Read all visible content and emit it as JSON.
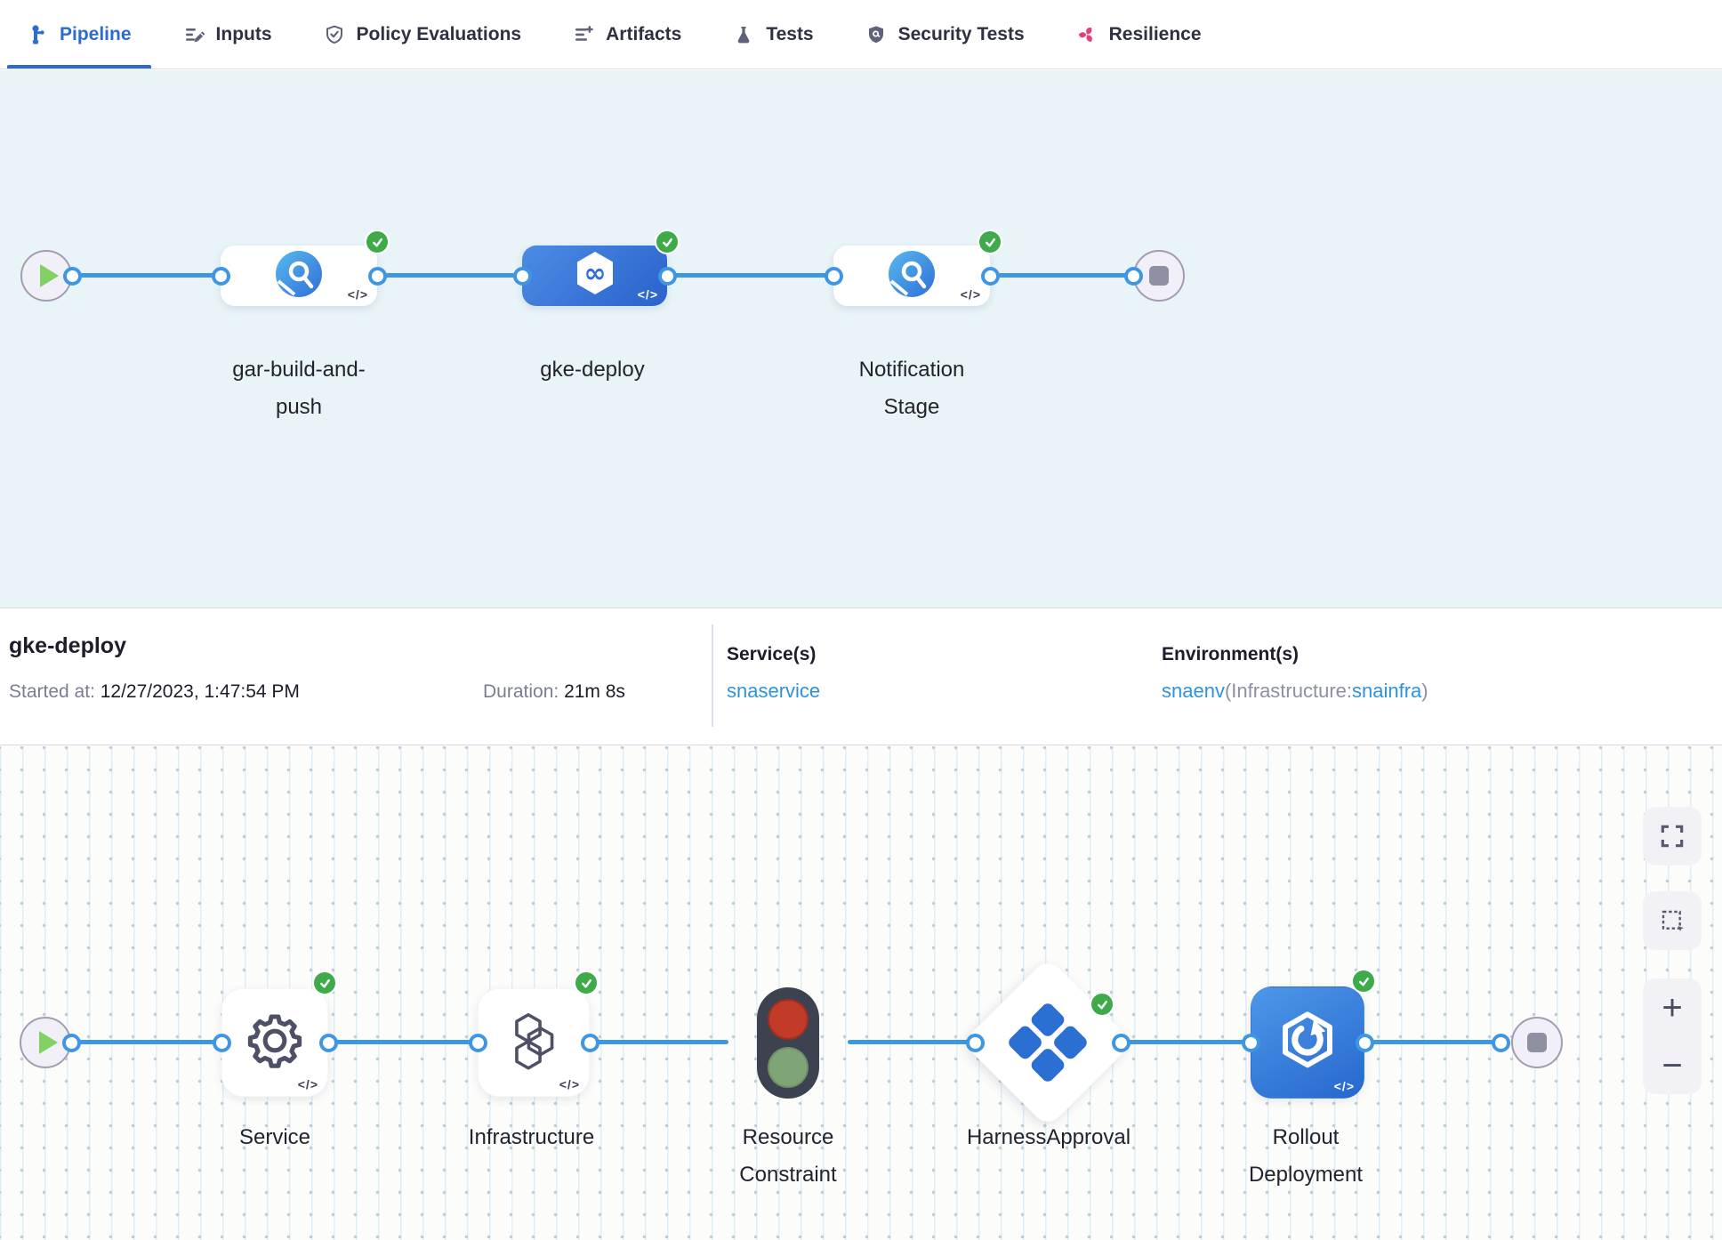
{
  "tabs": {
    "items": [
      {
        "label": "Pipeline",
        "icon": "pipeline-icon",
        "active": true
      },
      {
        "label": "Inputs",
        "icon": "inputs-pencil-icon",
        "active": false
      },
      {
        "label": "Policy Evaluations",
        "icon": "shield-check-icon",
        "active": false
      },
      {
        "label": "Artifacts",
        "icon": "list-add-icon",
        "active": false
      },
      {
        "label": "Tests",
        "icon": "flask-icon",
        "active": false
      },
      {
        "label": "Security Tests",
        "icon": "security-shield-icon",
        "active": false
      },
      {
        "label": "Resilience",
        "icon": "chaos-pinwheel-icon",
        "active": false
      }
    ]
  },
  "stage_graph": {
    "code_glyph": "</>",
    "stages": [
      {
        "label": "gar-build-and-push",
        "icon": "ci-build-icon",
        "status": "success",
        "selected": false
      },
      {
        "label": "gke-deploy",
        "icon": "cd-hexagon-infinity-icon",
        "status": "success",
        "selected": true
      },
      {
        "label": "Notification Stage",
        "icon": "custom-stage-icon",
        "status": "success",
        "selected": false
      }
    ]
  },
  "details": {
    "title": "gke-deploy",
    "started_label": "Started at:",
    "started_value": "12/27/2023, 1:47:54 PM",
    "duration_label": "Duration:",
    "duration_value": "21m 8s",
    "services_label": "Service(s)",
    "service_link": "snaservice",
    "environments_label": "Environment(s)",
    "environment_link": "snaenv",
    "environment_infra_open": "(Infrastructure:",
    "environment_infra_link": "snainfra",
    "environment_infra_close": ")"
  },
  "execution_graph": {
    "steps": [
      {
        "label": "Service",
        "icon": "gear-icon",
        "status": "success"
      },
      {
        "label": "Infrastructure",
        "icon": "hexagons-cluster-icon",
        "status": "success"
      },
      {
        "label": "Resource Constraint",
        "icon": "traffic-light-icon",
        "status": "none"
      },
      {
        "label": "HarnessApproval",
        "icon": "approval-diamond-icon",
        "status": "success"
      },
      {
        "label": "Rollout Deployment",
        "icon": "gke-rollout-icon",
        "status": "success"
      }
    ]
  },
  "canvas_controls": {
    "zoom_in": "+",
    "zoom_out": "−"
  },
  "colors": {
    "accent_blue": "#2d6bce",
    "link_blue": "#2d93de",
    "line_blue": "#3f97e4",
    "success_green": "#3eaa4a",
    "selected_stage_blue": "#3579dc",
    "resilience_pink": "#e2417c",
    "canvas_top": "#e8f4f8"
  }
}
